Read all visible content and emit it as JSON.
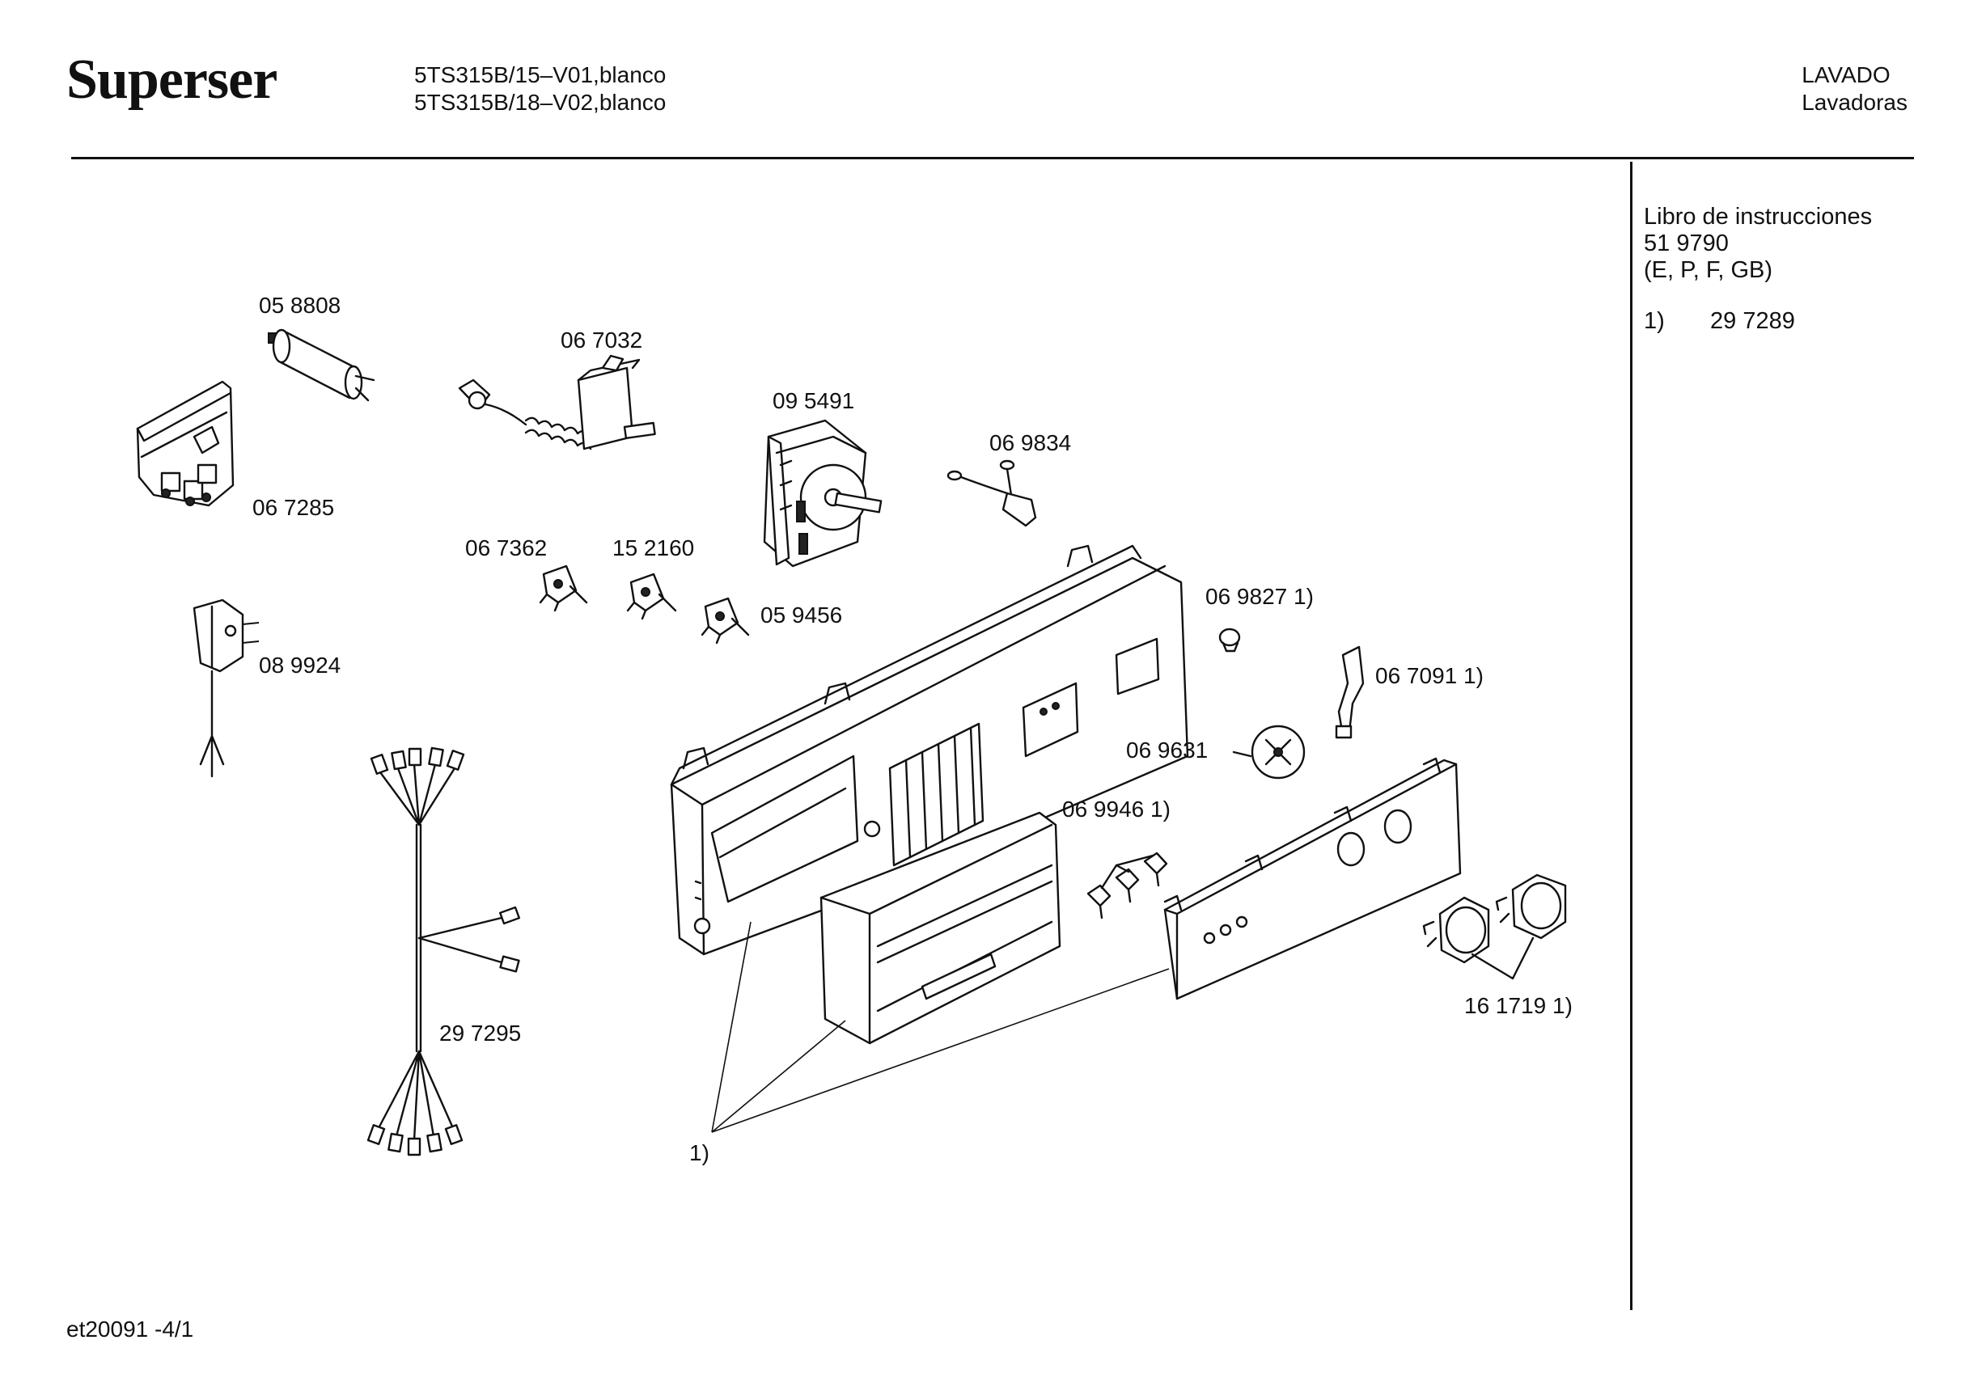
{
  "header": {
    "brand": "Superser",
    "models": [
      "5TS315B/15–V01,blanco",
      "5TS315B/18–V02,blanco"
    ],
    "section_title": "LAVADO",
    "section_subtitle": "Lavadoras"
  },
  "sidebar": {
    "manual_title": "Libro de instrucciones",
    "manual_number": "51 9790",
    "manual_languages": "(E, P, F, GB)",
    "note_ref": "1)",
    "note_value": "29 7289"
  },
  "parts": {
    "p_058808": "05 8808",
    "p_067032": "06 7032",
    "p_095491": "09 5491",
    "p_069834": "06 9834",
    "p_067285": "06 7285",
    "p_067362": "06 7362",
    "p_152160": "15 2160",
    "p_059456": "05 9456",
    "p_089924": "08 9924",
    "p_069827": "06 9827 1)",
    "p_067091": "06 7091 1)",
    "p_069631": "06 9631",
    "p_069946": "06 9946 1)",
    "p_297295": "29 7295",
    "p_161719": "16 1719 1)",
    "ref_1": "1)"
  },
  "footer": {
    "doc_code": "et20091 -4/1"
  }
}
